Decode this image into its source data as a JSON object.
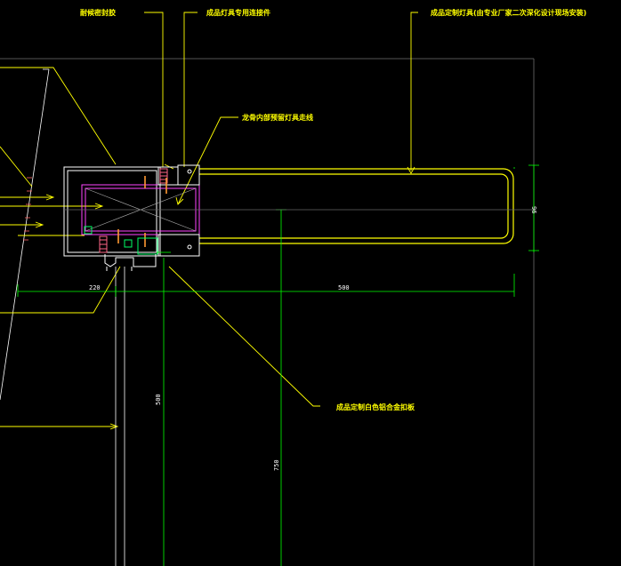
{
  "annotations": {
    "sealant": "耐候密封胶",
    "lamp_connector": "成品灯具专用连接件",
    "custom_lamp": "成品定制灯具(由专业厂家二次深化设计现场安装)",
    "wiring": "龙骨内部预留灯具走线",
    "alu_panel": "成品定制白色铝合金扣板"
  },
  "dimensions": {
    "d220": "220",
    "d500": "500",
    "d96": "96",
    "d500v": "500",
    "d750": "750"
  },
  "colors": {
    "background": "#000000",
    "annotation": "#ffff00",
    "dimension": "#00ff00",
    "profile": "#ffffff",
    "steel": "#ff00ff",
    "accent_red": "#ff4444"
  }
}
